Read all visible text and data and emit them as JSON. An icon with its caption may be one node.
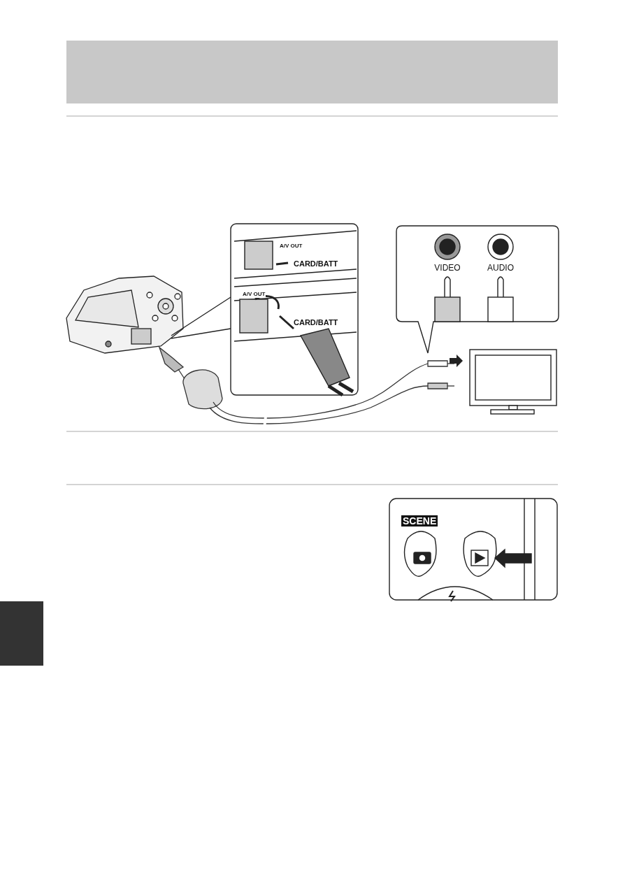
{
  "diagram": {
    "nodes": [
      {
        "text": [],
        "shape": "box"
      }
    ],
    "labels": [
      "A/V OUT",
      "CARD/BATT",
      "VIDEO",
      "AUDIO",
      "A/V OUT",
      "CARD/BATT",
      "SCENE"
    ]
  }
}
